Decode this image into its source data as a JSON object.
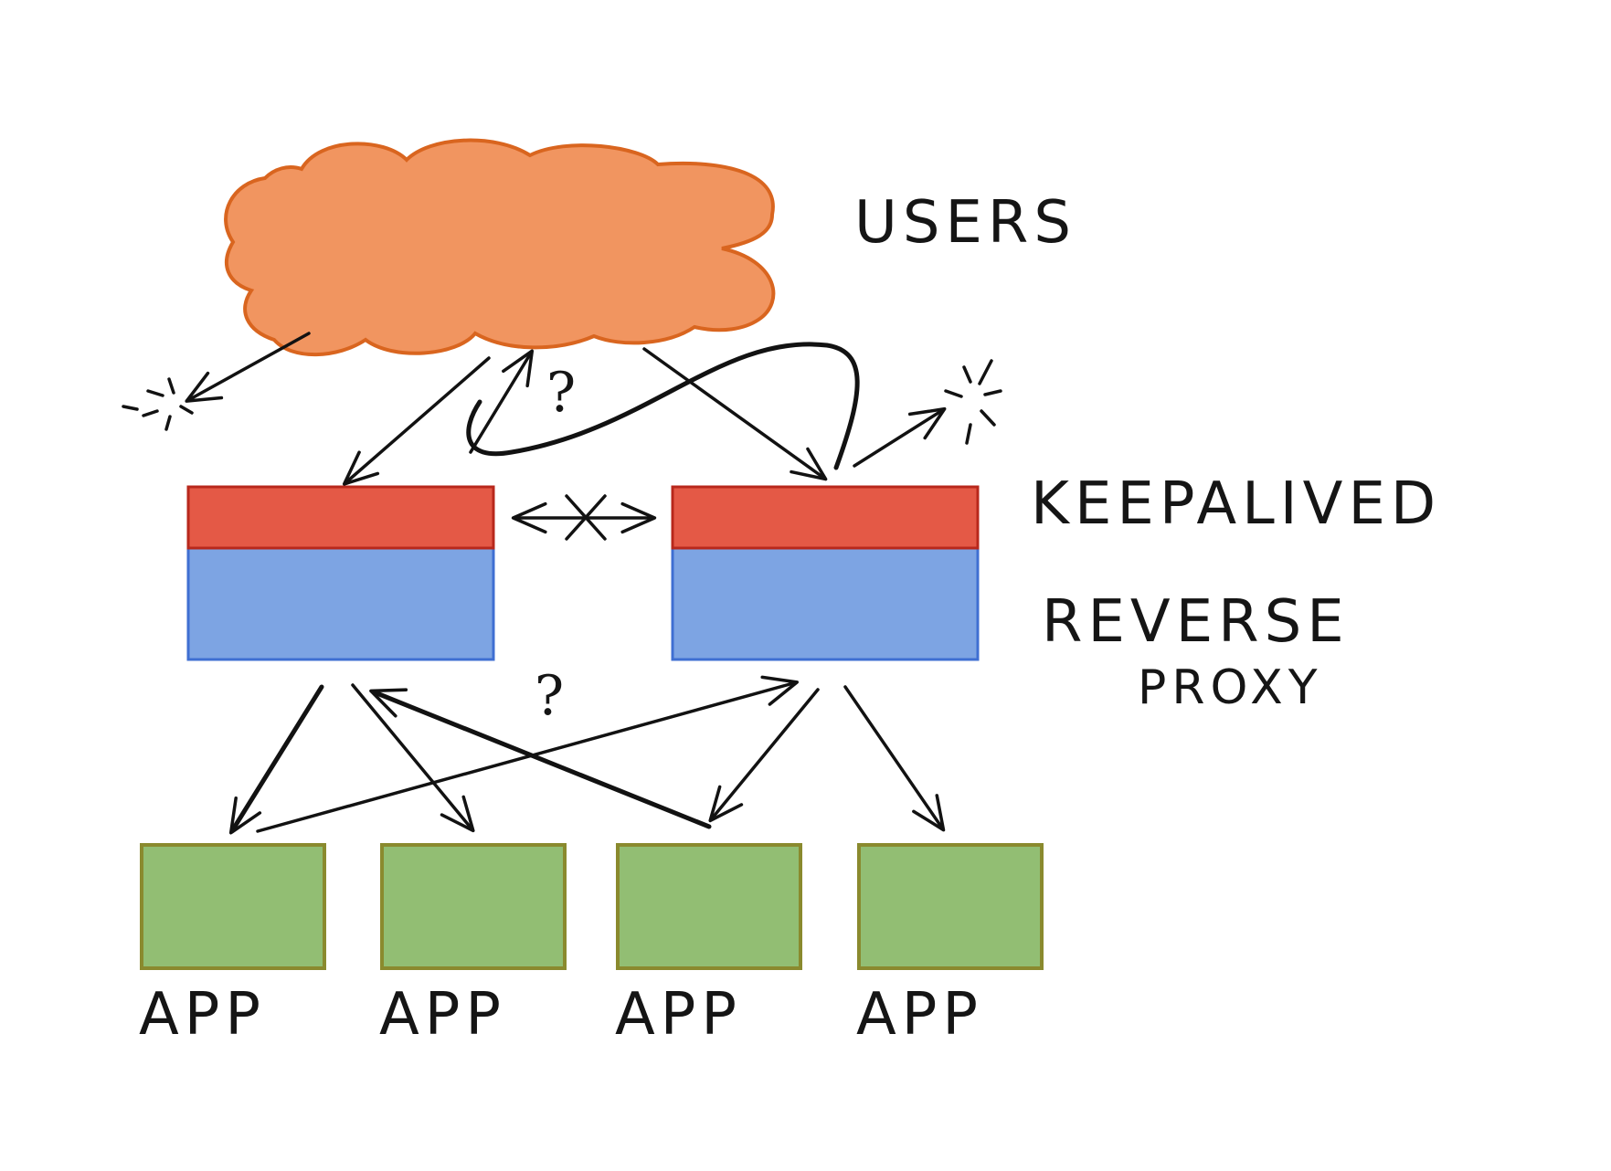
{
  "labels": {
    "users": "USERS",
    "keepalived": "KEEPALIVED",
    "reverse": "REVERSE",
    "proxy": "PROXY",
    "question_top": "?",
    "question_bottom": "?"
  },
  "apps": [
    {
      "label": "APP"
    },
    {
      "label": "APP"
    },
    {
      "label": "APP"
    },
    {
      "label": "APP"
    }
  ],
  "colors": {
    "cloud_fill": "#f08a4f",
    "cloud_stroke": "#d9651f",
    "keepalived_fill": "#e24b36",
    "keepalived_stroke": "#b8281c",
    "proxy_fill": "#6f9ae0",
    "proxy_stroke": "#3f6fd2",
    "app_fill": "#7fb35a",
    "app_stroke": "#8a8a2e",
    "ink": "#151515"
  }
}
